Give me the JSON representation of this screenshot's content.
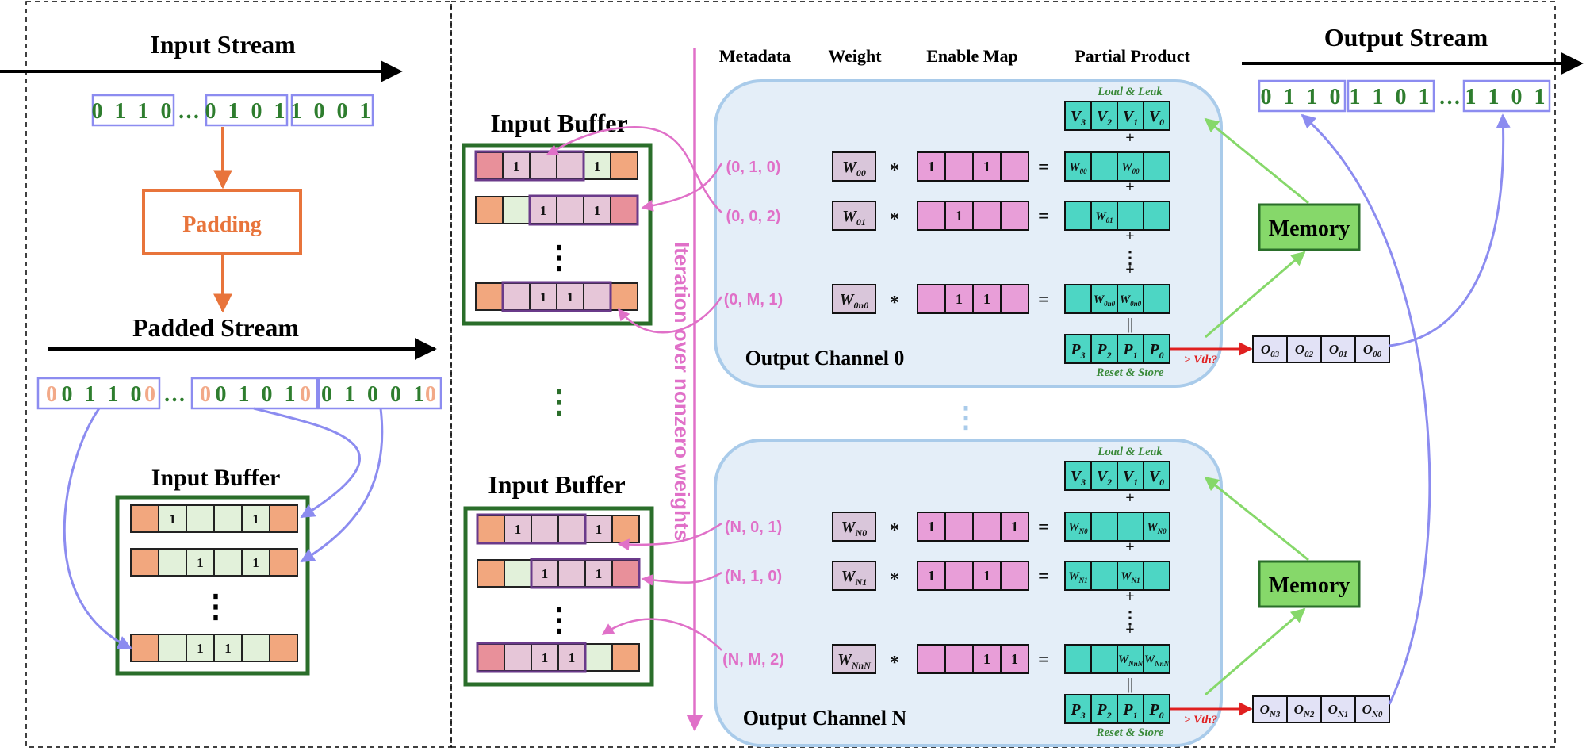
{
  "left": {
    "input_stream_title": "Input Stream",
    "input_bits": [
      "0 1 1 0",
      "…",
      "0 1 0 1",
      "1 0 0 1"
    ],
    "padding_label": "Padding",
    "padded_stream_title": "Padded Stream",
    "padded_bits": [
      {
        "pad_l": "0",
        "core": "0 1 1 0",
        "pad_r": "0"
      },
      {
        "text": "…"
      },
      {
        "pad_l": "0",
        "core": "0 1 0 1",
        "pad_r": "0"
      },
      {
        "pad_l": "",
        "core": "0 1 0 0 1",
        "pad_r": "0"
      }
    ],
    "buffer_title": "Input Buffer",
    "buffer_rows": [
      [
        "",
        "1",
        "",
        "",
        "1",
        ""
      ],
      [
        "",
        "",
        "1",
        "",
        "1",
        ""
      ],
      [
        "",
        "",
        "1",
        "1",
        "",
        ""
      ]
    ],
    "vdots": "⋮"
  },
  "middle": {
    "buffer_title_top": "Input Buffer",
    "buffer_title_bottom": "Input Buffer",
    "top_rows": [
      [
        "",
        "1",
        "",
        "",
        "1",
        ""
      ],
      [
        "",
        "",
        "1",
        "",
        "1",
        ""
      ],
      [
        "",
        "",
        "1",
        "1",
        "",
        ""
      ]
    ],
    "bottom_rows": [
      [
        "",
        "1",
        "",
        "",
        "1",
        ""
      ],
      [
        "",
        "",
        "1",
        "",
        "1",
        ""
      ],
      [
        "",
        "",
        "1",
        "1",
        "",
        ""
      ]
    ],
    "iteration_label": "Iteration over nonzero weights",
    "vdots": "⋮"
  },
  "columns": {
    "metadata": "Metadata",
    "weight": "Weight",
    "enable_map": "Enable Map",
    "partial_product": "Partial Product"
  },
  "channel0": {
    "label": "Output Channel  0",
    "load_leak": "Load & Leak",
    "reset_store": "Reset & Store",
    "v_row": [
      "V3",
      "V2",
      "V1",
      "V0"
    ],
    "p_row": [
      "P3",
      "P2",
      "P1",
      "P0"
    ],
    "rows": [
      {
        "meta": "(0, 1, 0)",
        "weight": "W00",
        "enable": [
          "1",
          "",
          "1",
          ""
        ],
        "partial": [
          "W00",
          "",
          "W00",
          ""
        ]
      },
      {
        "meta": "(0, 0, 2)",
        "weight": "W01",
        "enable": [
          "",
          "1",
          "",
          ""
        ],
        "partial": [
          "",
          "W01",
          "",
          ""
        ]
      },
      {
        "meta": "(0, M, 1)",
        "weight": "W0n0",
        "enable": [
          "",
          "1",
          "1",
          ""
        ],
        "partial": [
          "",
          "W0n0",
          "W0n0",
          ""
        ]
      }
    ],
    "outputs": [
      "O03",
      "O02",
      "O01",
      "O00"
    ]
  },
  "channelN": {
    "label": "Output Channel  N",
    "load_leak": "Load & Leak",
    "reset_store": "Reset & Store",
    "v_row": [
      "V3",
      "V2",
      "V1",
      "V0"
    ],
    "p_row": [
      "P3",
      "P2",
      "P1",
      "P0"
    ],
    "rows": [
      {
        "meta": "(N, 0, 1)",
        "weight": "WN0",
        "enable": [
          "1",
          "",
          "",
          "1"
        ],
        "partial": [
          "WN0",
          "",
          "",
          "WN0"
        ]
      },
      {
        "meta": "(N, 1, 0)",
        "weight": "WN1",
        "enable": [
          "1",
          "",
          "1",
          ""
        ],
        "partial": [
          "WN1",
          "",
          "WN1",
          ""
        ]
      },
      {
        "meta": "(N, M, 2)",
        "weight": "WNnN",
        "enable": [
          "",
          "",
          "1",
          "1"
        ],
        "partial": [
          "",
          "",
          "WNnN",
          "WNnN"
        ]
      }
    ],
    "outputs": [
      "ON3",
      "ON2",
      "ON1",
      "ON0"
    ]
  },
  "memory_label": "Memory",
  "threshold_label": "> Vth?",
  "ops": {
    "mul": "*",
    "eq": "=",
    "plus": "+",
    "equiv": "||",
    "vdots": "⋮"
  },
  "output": {
    "title": "Output Stream",
    "bits": [
      "0 1 1 0",
      "1 1 0 1",
      "…",
      "1 1 0 1"
    ]
  },
  "colors": {
    "green_bits": "#2e7d2e",
    "orange": "#e8743b",
    "blue_box": "#8c8cf0",
    "teal": "#4dd6c4",
    "magenta": "#e070c8",
    "panel": "#e4eef8",
    "memory": "#86d86a"
  }
}
